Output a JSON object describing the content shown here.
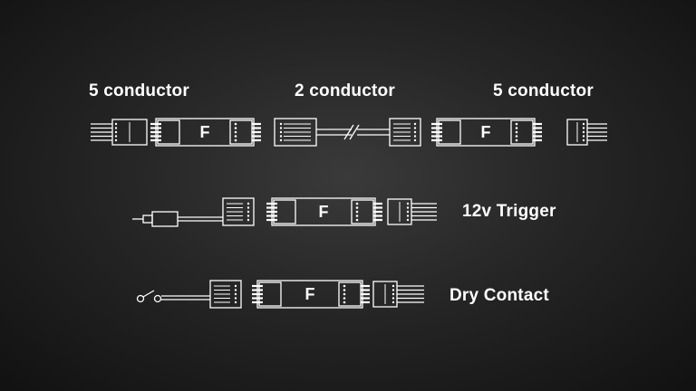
{
  "labels": {
    "top_left": "5 conductor",
    "top_mid": "2 conductor",
    "top_right": "5 conductor",
    "trigger": "12v Trigger",
    "dry_contact": "Dry Contact"
  },
  "module_letter": "F",
  "colors": {
    "background": "#262626",
    "stroke": "#ffffff"
  }
}
